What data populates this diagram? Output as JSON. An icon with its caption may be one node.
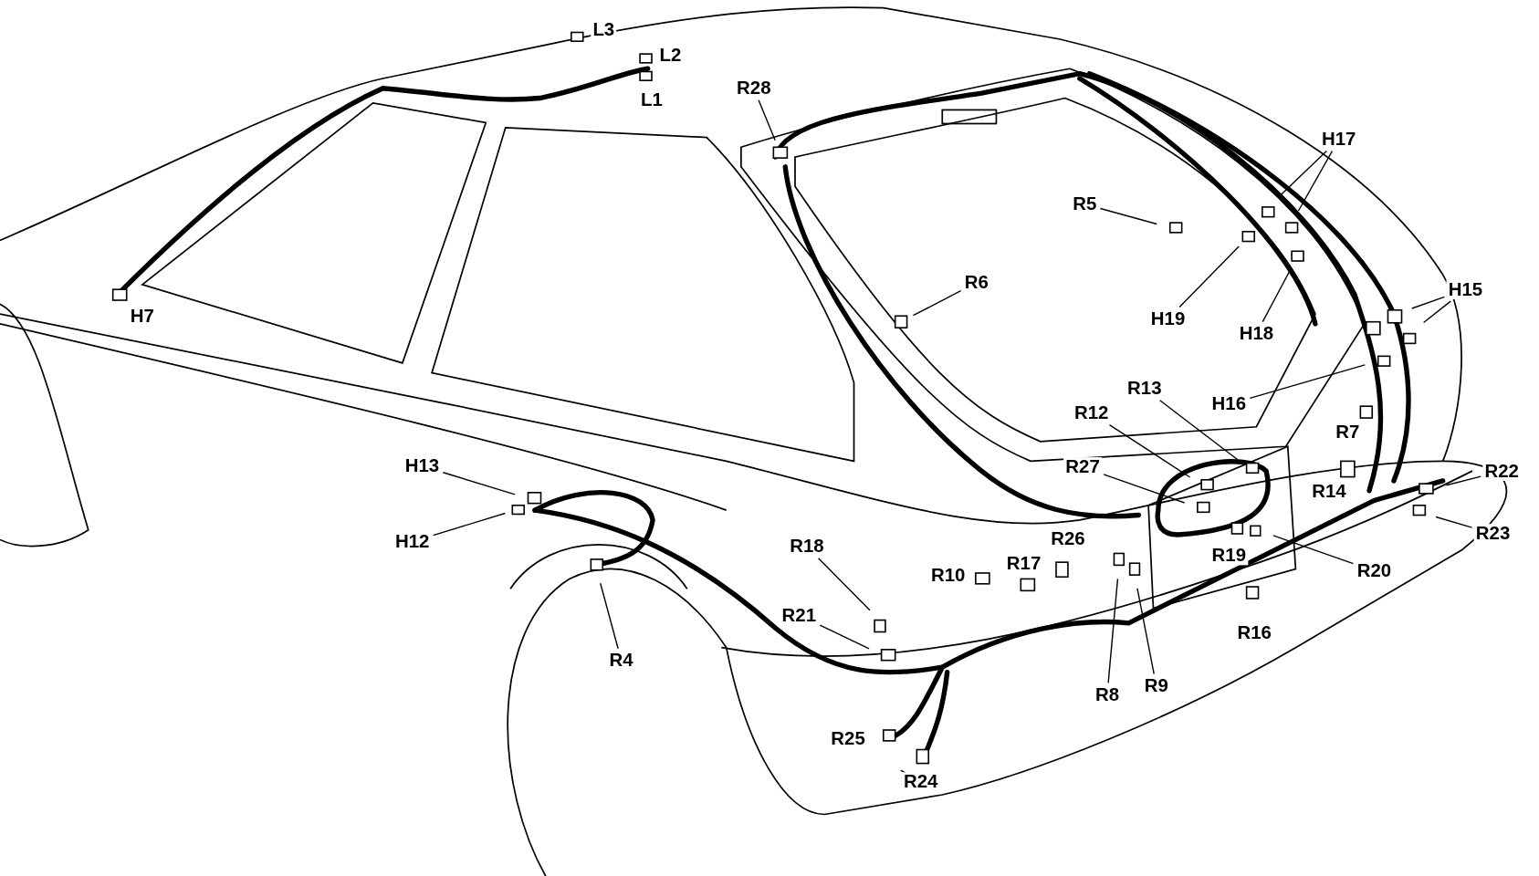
{
  "diagram": {
    "nodes": [
      {
        "text": [
          "L3"
        ]
      },
      {
        "text": [
          "L2"
        ]
      },
      {
        "text": [
          "L1"
        ]
      },
      {
        "text": [
          "H7"
        ]
      },
      {
        "text": [
          "R28"
        ]
      },
      {
        "text": [
          "R5"
        ]
      },
      {
        "text": [
          "H17"
        ]
      },
      {
        "text": [
          "R6"
        ]
      },
      {
        "text": [
          "H19"
        ]
      },
      {
        "text": [
          "H18"
        ]
      },
      {
        "text": [
          "H15"
        ]
      },
      {
        "text": [
          "H16"
        ]
      },
      {
        "text": [
          "R13"
        ]
      },
      {
        "text": [
          "R12"
        ]
      },
      {
        "text": [
          "R7"
        ]
      },
      {
        "text": [
          "R22"
        ]
      },
      {
        "text": [
          "R27"
        ]
      },
      {
        "text": [
          "R14"
        ]
      },
      {
        "text": [
          "R23"
        ]
      },
      {
        "text": [
          "H13"
        ]
      },
      {
        "text": [
          "R19"
        ]
      },
      {
        "text": [
          "H12"
        ]
      },
      {
        "text": [
          "R18"
        ]
      },
      {
        "text": [
          "R10"
        ]
      },
      {
        "text": [
          "R17"
        ]
      },
      {
        "text": [
          "R20"
        ]
      },
      {
        "text": [
          "R26"
        ]
      },
      {
        "text": [
          "R21"
        ]
      },
      {
        "text": [
          "R4"
        ]
      },
      {
        "text": [
          "R16"
        ]
      },
      {
        "text": [
          "R8"
        ]
      },
      {
        "text": [
          "R9"
        ]
      },
      {
        "text": [
          "R25"
        ]
      },
      {
        "text": [
          "R24"
        ]
      }
    ],
    "edges": [
      {
        "from": 4,
        "to": null,
        "arrow": "none"
      },
      {
        "from": 5,
        "to": null,
        "arrow": "none"
      },
      {
        "from": 6,
        "to": null,
        "arrow": "none"
      },
      {
        "from": 6,
        "to": null,
        "arrow": "none"
      },
      {
        "from": 7,
        "to": null,
        "arrow": "none"
      },
      {
        "from": 8,
        "to": null,
        "arrow": "none"
      },
      {
        "from": 9,
        "to": null,
        "arrow": "none"
      },
      {
        "from": 10,
        "to": null,
        "arrow": "none"
      },
      {
        "from": 10,
        "to": null,
        "arrow": "none"
      },
      {
        "from": 11,
        "to": null,
        "arrow": "none"
      },
      {
        "from": 12,
        "to": null,
        "arrow": "none"
      },
      {
        "from": 13,
        "to": null,
        "arrow": "none"
      },
      {
        "from": 15,
        "to": null,
        "arrow": "none"
      },
      {
        "from": 16,
        "to": null,
        "arrow": "none"
      },
      {
        "from": 18,
        "to": null,
        "arrow": "none"
      },
      {
        "from": 19,
        "to": null,
        "arrow": "none"
      },
      {
        "from": 21,
        "to": null,
        "arrow": "none"
      },
      {
        "from": 25,
        "to": null,
        "arrow": "none"
      },
      {
        "from": 22,
        "to": null,
        "arrow": "none"
      },
      {
        "from": 27,
        "to": null,
        "arrow": "none"
      },
      {
        "from": 28,
        "to": null,
        "arrow": "none"
      },
      {
        "from": 30,
        "to": null,
        "arrow": "none"
      },
      {
        "from": 31,
        "to": null,
        "arrow": "none"
      },
      {
        "from": 33,
        "to": null,
        "arrow": "none"
      }
    ]
  }
}
